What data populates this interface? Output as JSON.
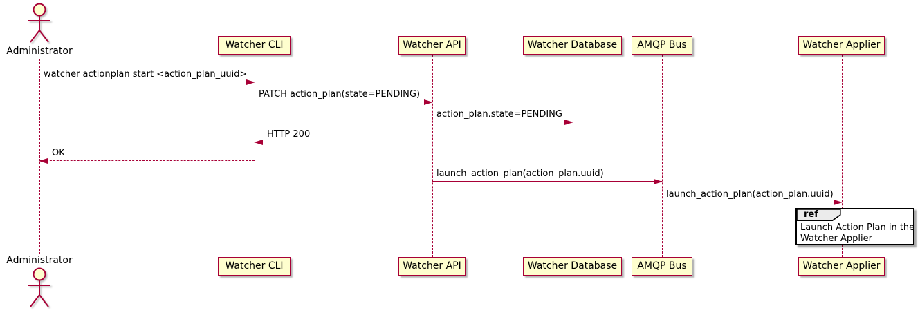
{
  "diagram": {
    "kind": "uml-sequence-diagram",
    "colors": {
      "accent": "#A80036",
      "participant_fill": "#FEFECE",
      "ref_tab_fill": "#EBEBEB",
      "ref_border": "#000000",
      "background": "#FFFFFF"
    },
    "actor": {
      "label": "Administrator"
    },
    "participants": [
      {
        "label": "Watcher CLI"
      },
      {
        "label": "Watcher API"
      },
      {
        "label": "Watcher Database"
      },
      {
        "label": "AMQP Bus"
      },
      {
        "label": "Watcher Applier"
      }
    ],
    "messages": [
      {
        "label": "watcher actionplan start <action_plan_uuid>",
        "from": "Administrator",
        "to": "Watcher CLI",
        "line": "solid",
        "direction": "right"
      },
      {
        "label": "PATCH action_plan(state=PENDING)",
        "from": "Watcher CLI",
        "to": "Watcher API",
        "line": "solid",
        "direction": "right"
      },
      {
        "label": "action_plan.state=PENDING",
        "from": "Watcher API",
        "to": "Watcher Database",
        "line": "solid",
        "direction": "right"
      },
      {
        "label": "HTTP 200",
        "from": "Watcher API",
        "to": "Watcher CLI",
        "line": "dashed",
        "direction": "left"
      },
      {
        "label": "OK",
        "from": "Watcher CLI",
        "to": "Administrator",
        "line": "dashed",
        "direction": "left"
      },
      {
        "label": "launch_action_plan(action_plan.uuid)",
        "from": "Watcher API",
        "to": "AMQP Bus",
        "line": "solid",
        "direction": "right"
      },
      {
        "label": "launch_action_plan(action_plan.uuid)",
        "from": "AMQP Bus",
        "to": "Watcher Applier",
        "line": "solid",
        "direction": "right"
      }
    ],
    "ref": {
      "tab_label": "ref",
      "line1": "Launch Action Plan in the",
      "line2": "Watcher Applier"
    }
  }
}
